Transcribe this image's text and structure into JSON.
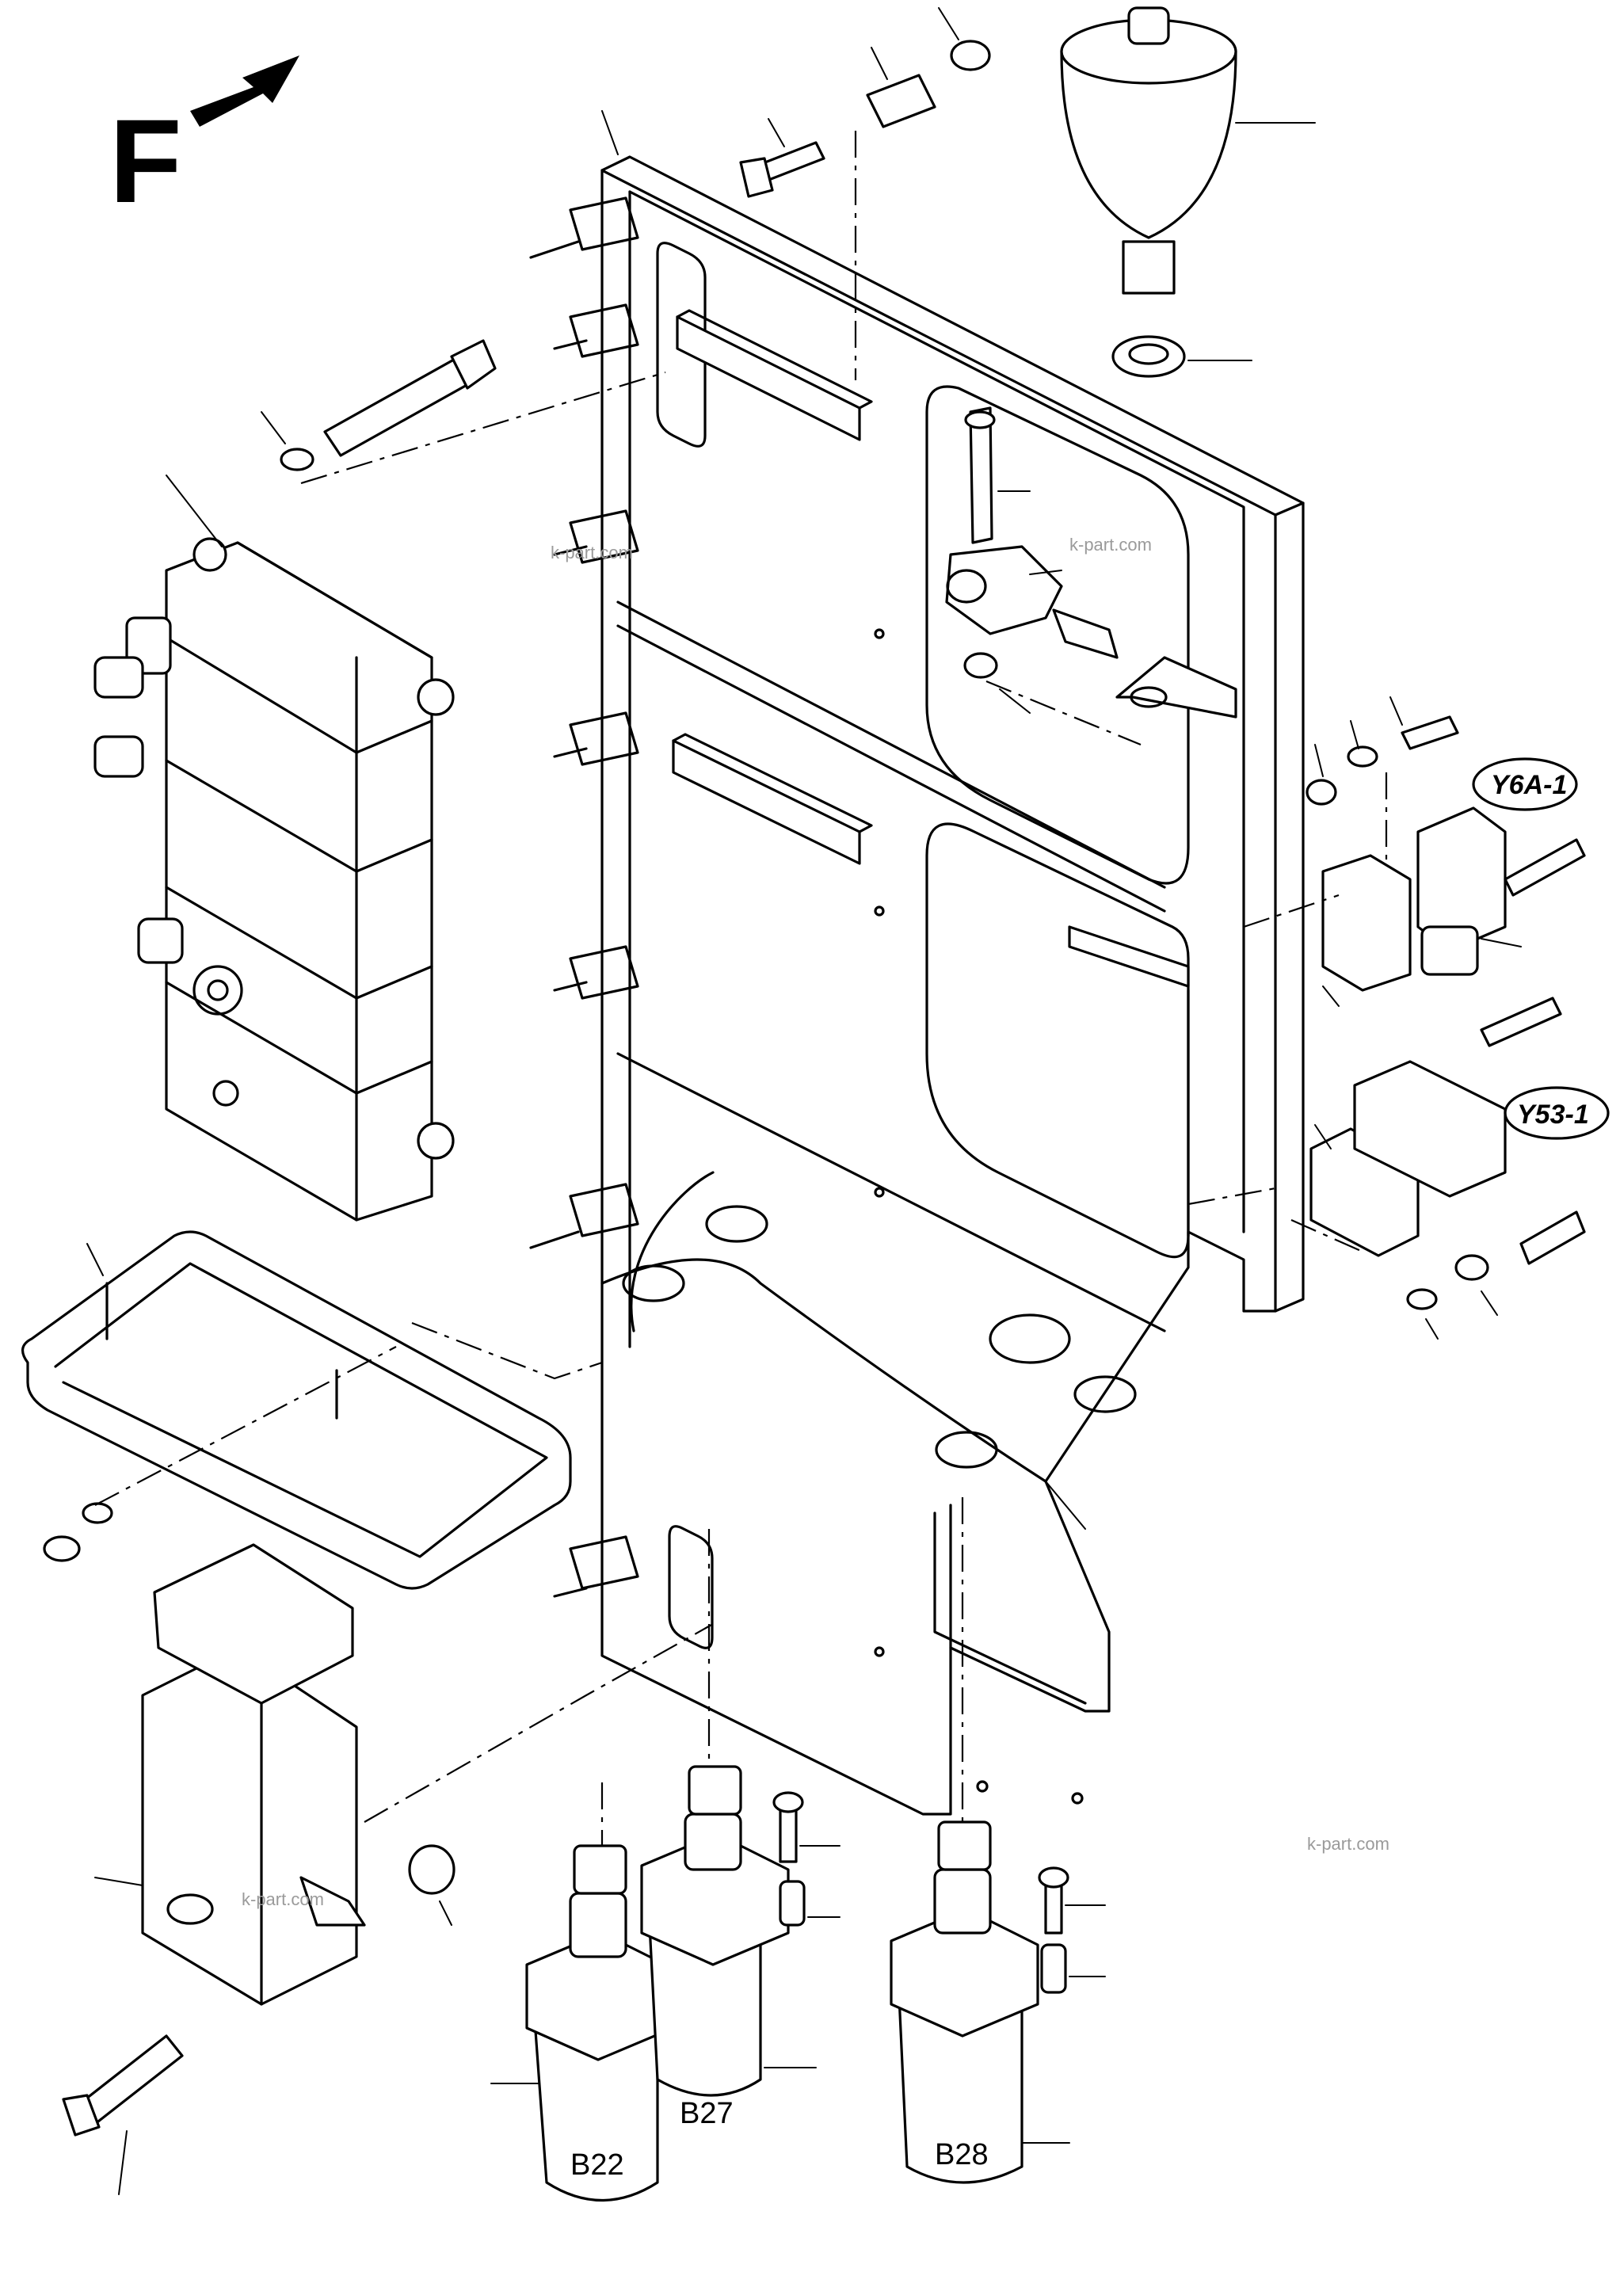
{
  "orientation": {
    "letter": "F"
  },
  "component_labels": {
    "y6a": "Y6A-1",
    "y53": "Y53-1",
    "b22": "B22",
    "b27": "B27",
    "b28": "B28"
  },
  "watermarks": [
    "k-part.com",
    "k-part.com",
    "k-part.com",
    "k-part.com"
  ]
}
